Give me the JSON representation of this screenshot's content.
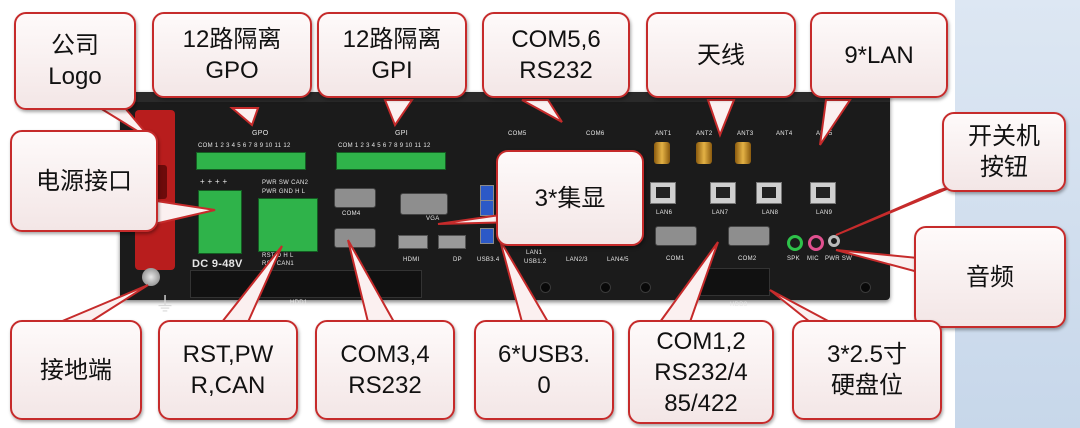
{
  "callouts": {
    "logo": "公司\nLogo",
    "gpo": "12路隔离\nGPO",
    "gpi": "12路隔离\nGPI",
    "com56": "COM5,6\nRS232",
    "antenna": "天线",
    "lan": "9*LAN",
    "power_switch": "开关机\n按钮",
    "power_jack": "电源接口",
    "display": "3*集显",
    "audio": "音频",
    "ground": "接地端",
    "rst_pwr_can": "RST,PW\nR,CAN",
    "com34": "COM3,4\nRS232",
    "usb": "6*USB3.\n0",
    "com12": "COM1,2\nRS232/4\n85/422",
    "hdd": "3*2.5寸\n硬盘位"
  },
  "silkscreen": {
    "gpo": "GPO",
    "gpo_pins": "COM 1 2 3 4 5 6 7 8 9 10 11 12",
    "gpi": "GPI",
    "gpi_pins": "COM 1 2 3 4 5 6 7 8 9 10 11 12",
    "com5": "COM5",
    "com6": "COM6",
    "ant1": "ANT1",
    "ant2": "ANT2",
    "ant3": "ANT3",
    "ant4": "ANT4",
    "ant5": "ANT5",
    "dc_plus": "+ + + +",
    "dc_label": "DC 9-48V",
    "pwr_sw_can2": "PWR SW  CAN2",
    "pwr_gnd_hl": "PWR GND  H  L",
    "rst_can1": "RST   D  H  L",
    "can1_sub": "RST  CAN1",
    "com4": "COM4",
    "vga": "VGA",
    "hdmi": "HDMI",
    "dp": "DP",
    "usb34": "USB3.4",
    "lan1": "LAN1",
    "usb12": "USB1.2",
    "lan23": "LAN2/3",
    "lan45": "LAN4/5",
    "lan6": "LAN6",
    "lan7": "LAN7",
    "lan8": "LAN8",
    "lan9": "LAN9",
    "com1": "COM1",
    "com2": "COM2",
    "spk": "SPK",
    "mic": "MIC",
    "pwr_sw": "PWR SW",
    "hdd1": "HDD1",
    "hdd3": "HDD3"
  },
  "colors": {
    "callout_border": "#c62b2b",
    "terminal_green": "#2fb34a",
    "chassis": "#1b1b1b"
  }
}
